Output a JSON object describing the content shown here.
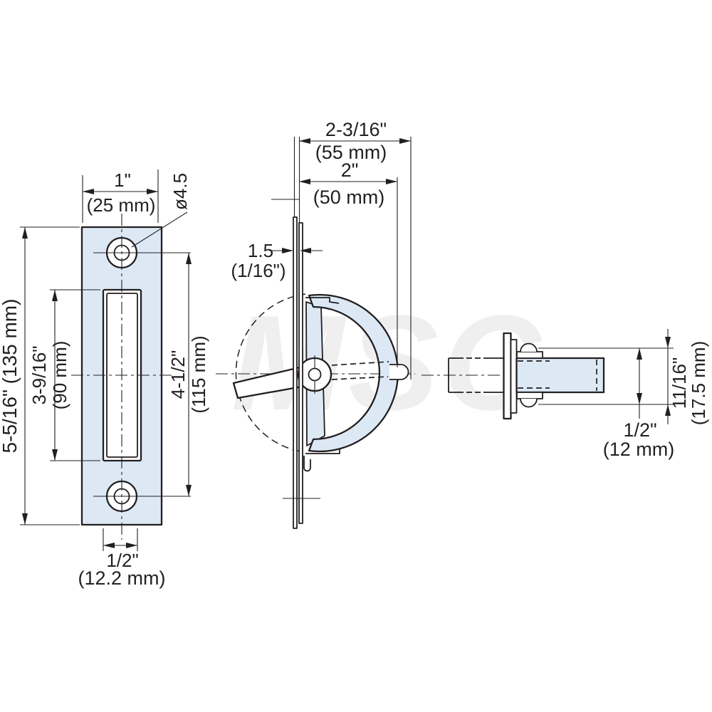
{
  "drawing_type": "technical dimension drawing (recessed edge pull latch, 3 views)",
  "watermark": "MSC",
  "colors": {
    "part_fill": "#dce9f5",
    "line": "#231f20",
    "background": "#ffffff"
  },
  "front_view": {
    "width_in": "1\"",
    "width_mm": "(25 mm)",
    "hole_dia": "ø4.5",
    "height_label": "5-5/16\" (135 mm)",
    "slot_h_in": "3-9/16\"",
    "slot_h_mm": "(90 mm)",
    "pitch_in": "4-1/2\"",
    "pitch_mm": "(115 mm)",
    "slot_w_in": "1/2\"",
    "slot_w_mm": "(12.2 mm)"
  },
  "side_view": {
    "overall_in": "2-3/16\"",
    "overall_mm": "(55 mm)",
    "depth_in": "2\"",
    "depth_mm": "(50 mm)",
    "thickness_mm": "1.5",
    "thickness_in": "(1/16\")"
  },
  "end_view": {
    "tab_h_in": "11/16\"",
    "tab_h_mm": "(17.5 mm)",
    "body_h_in": "1/2\"",
    "body_h_mm": "(12 mm)"
  }
}
